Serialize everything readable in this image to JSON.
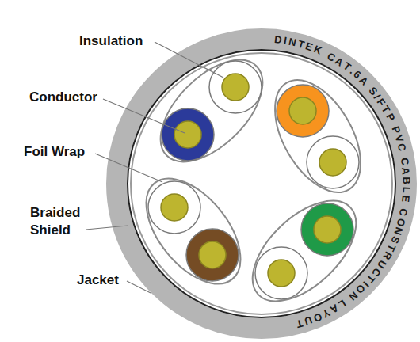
{
  "diagram": {
    "labels": [
      "Insulation",
      "Conductor",
      "Foil Wrap",
      "Braided Shield",
      "Jacket",
      "DINTEK CAT.6A S/FTP PVC CABLE CONSTRUCTION LAYOUT"
    ]
  }
}
